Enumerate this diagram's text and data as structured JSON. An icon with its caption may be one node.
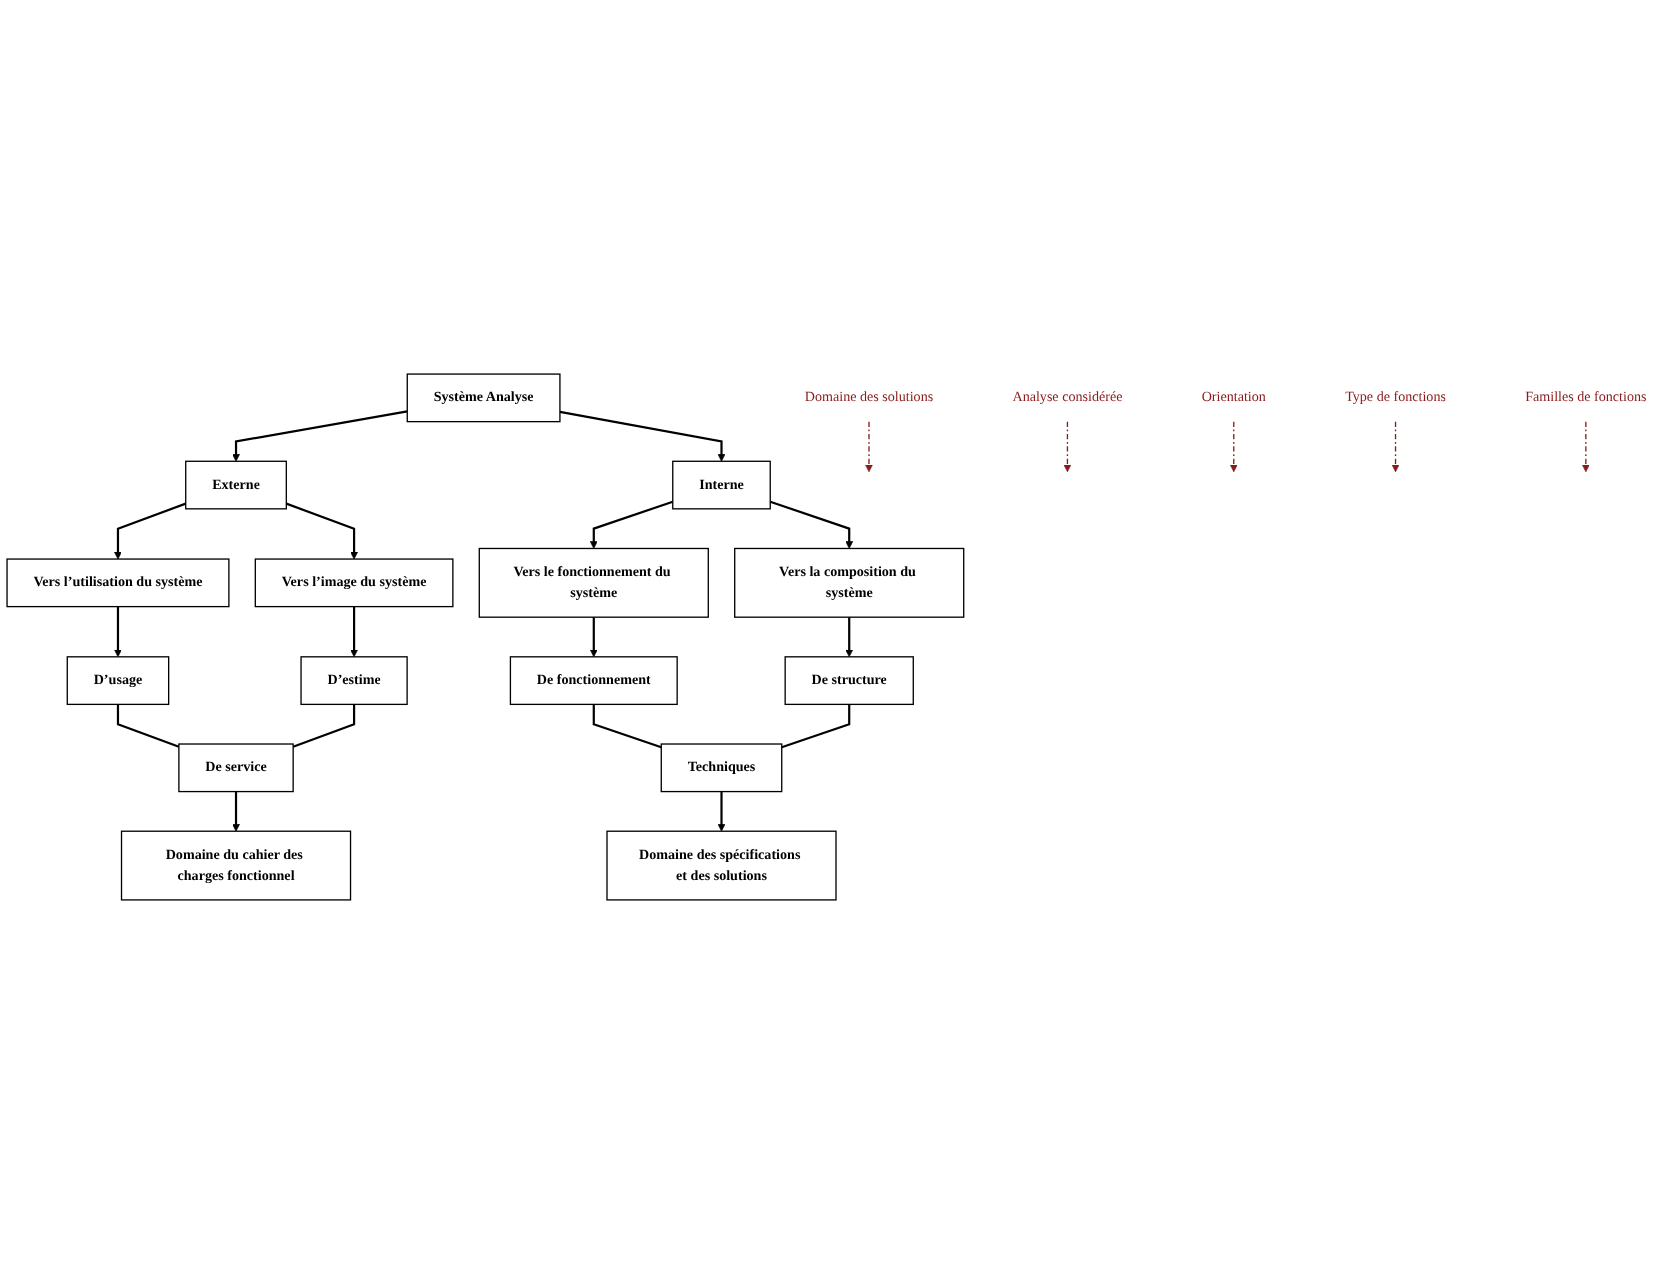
{
  "diagram": {
    "nodes": [
      {
        "text": [
          "Système Analyse"
        ]
      },
      {
        "text": [
          "Externe"
        ]
      },
      {
        "text": [
          "Interne"
        ]
      },
      {
        "text": [
          "Vers l’utilisation du système"
        ]
      },
      {
        "text": [
          "Vers l’image du système"
        ]
      },
      {
        "text": [
          "Vers le fonctionnement du système"
        ]
      },
      {
        "text": [
          "Vers la composition du système"
        ]
      },
      {
        "text": [
          "D’usage"
        ]
      },
      {
        "text": [
          "D’estime"
        ]
      },
      {
        "text": [
          "De fonctionnement"
        ]
      },
      {
        "text": [
          "De structure"
        ]
      },
      {
        "text": [
          "De service"
        ]
      },
      {
        "text": [
          "Techniques"
        ]
      },
      {
        "text": [
          "Domaine du cahier des charges fonctionnel"
        ]
      },
      {
        "text": [
          "Domaine des spécifications et des solutions"
        ]
      },
      {
        "text": [
          "Domaine des solutions"
        ]
      },
      {
        "text": [
          "Analyse considérée"
        ]
      },
      {
        "text": [
          "Orientation"
        ]
      },
      {
        "text": [
          "Type de fonctions"
        ]
      },
      {
        "text": [
          "Familles de fonctions"
        ]
      }
    ],
    "edges": [
      {
        "from": 0,
        "to": 1,
        "arrow": "to"
      },
      {
        "from": 0,
        "to": 2,
        "arrow": "to"
      },
      {
        "from": 1,
        "to": 3,
        "arrow": "to"
      },
      {
        "from": 1,
        "to": 4,
        "arrow": "to"
      },
      {
        "from": 2,
        "to": 5,
        "arrow": "to"
      },
      {
        "from": 2,
        "to": 6,
        "arrow": "to"
      },
      {
        "from": 3,
        "to": 7,
        "arrow": "to"
      },
      {
        "from": 4,
        "to": 8,
        "arrow": "to"
      },
      {
        "from": 5,
        "to": 9,
        "arrow": "to"
      },
      {
        "from": 6,
        "to": 10,
        "arrow": "to"
      },
      {
        "from": 7,
        "to": 11,
        "arrow": "none"
      },
      {
        "from": 8,
        "to": 11,
        "arrow": "none"
      },
      {
        "from": 9,
        "to": 12,
        "arrow": "none"
      },
      {
        "from": 10,
        "to": 12,
        "arrow": "none"
      },
      {
        "from": 11,
        "to": 13,
        "arrow": "to"
      },
      {
        "from": 12,
        "to": 14,
        "arrow": "to"
      },
      {
        "from": 15,
        "to": null,
        "arrow": "to",
        "style": "dashed",
        "color": "#8b1a1a"
      },
      {
        "from": 16,
        "to": null,
        "arrow": "to",
        "style": "dashed",
        "color": "#8b1a1a"
      },
      {
        "from": 17,
        "to": null,
        "arrow": "to",
        "style": "dashed",
        "color": "#8b1a1a"
      },
      {
        "from": 18,
        "to": null,
        "arrow": "to",
        "style": "dashed",
        "color": "#8b1a1a"
      },
      {
        "from": 19,
        "to": null,
        "arrow": "to",
        "style": "dashed",
        "color": "#8b1a1a"
      }
    ]
  }
}
